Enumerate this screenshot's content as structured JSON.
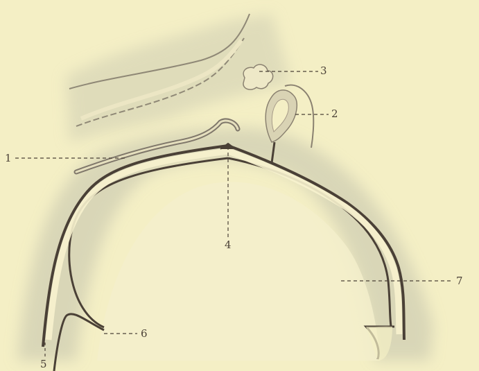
{
  "figure": {
    "labels": [
      {
        "id": "l1",
        "text": "1"
      },
      {
        "id": "l2",
        "text": "2"
      },
      {
        "id": "l3",
        "text": "3"
      },
      {
        "id": "l4",
        "text": "4"
      },
      {
        "id": "l5",
        "text": "5"
      },
      {
        "id": "l6",
        "text": "6"
      },
      {
        "id": "l7",
        "text": "7"
      }
    ],
    "colors": {
      "background": "#f4efc5",
      "tissue_shading": "#cfcdb2",
      "ink": "#4a4036",
      "membrane": "#d9d3b4"
    }
  }
}
